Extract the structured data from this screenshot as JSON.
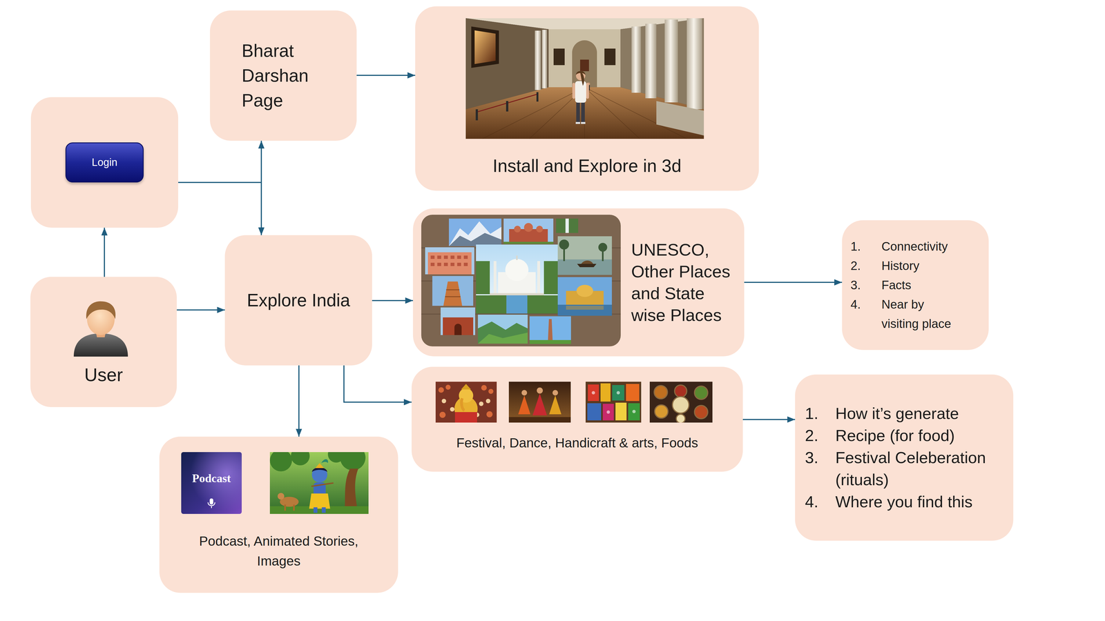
{
  "diagram": {
    "nodes": [
      {
        "text": [
          "Login"
        ]
      },
      {
        "text": [
          "Bharat Darshan Page"
        ]
      },
      {
        "text": [
          "Install and Explore in 3d"
        ]
      },
      {
        "text": [
          "User"
        ]
      },
      {
        "text": [
          "Explore India"
        ]
      },
      {
        "text": [
          "UNESCO, Other Places and State wise Places"
        ]
      },
      {
        "text": [
          "1.",
          "Connectivity",
          "2.",
          "History",
          "3.",
          "Facts",
          "4.",
          "Near by visiting place"
        ]
      },
      {
        "text": [
          "Festival, Dance, Handicraft & arts, Foods"
        ]
      },
      {
        "text": [
          "1.",
          "How it’s generate",
          "2.",
          "Recipe (for food)",
          "3.",
          "Festival Celeberation (rituals)",
          "4.",
          "Where you find this"
        ]
      },
      {
        "text": [
          "Podcast, Animated Stories, Images"
        ]
      }
    ],
    "edges": [
      {
        "from": 3,
        "to": 0,
        "arrow": "to"
      },
      {
        "from": 0,
        "to": 1,
        "arrow": "to"
      },
      {
        "from": 0,
        "to": 4,
        "arrow": "to"
      },
      {
        "from": 1,
        "to": 2,
        "arrow": "to"
      },
      {
        "from": 3,
        "to": 4,
        "arrow": "to"
      },
      {
        "from": 4,
        "to": 5,
        "arrow": "to"
      },
      {
        "from": 5,
        "to": 6,
        "arrow": "to"
      },
      {
        "from": 4,
        "to": 7,
        "arrow": "to"
      },
      {
        "from": 7,
        "to": 8,
        "arrow": "to"
      },
      {
        "from": 4,
        "to": 9,
        "arrow": "to"
      }
    ],
    "labels": [
      "Podcast"
    ]
  }
}
